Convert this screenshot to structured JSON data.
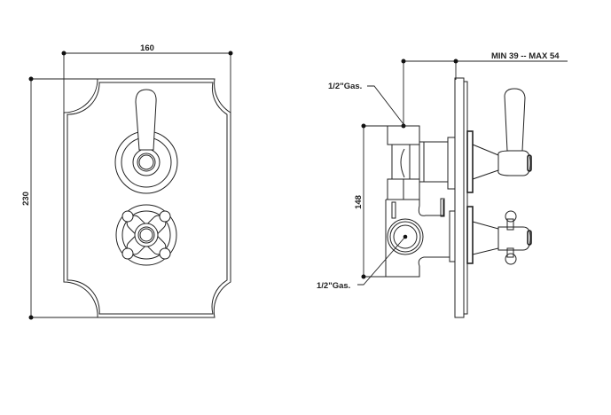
{
  "front_view": {
    "width_dimension": "160",
    "height_dimension": "230"
  },
  "side_view": {
    "depth_dimension": "MIN 39 -- MAX 54",
    "connection_spacing": "148",
    "top_connection_label": "1/2\"Gas.",
    "bottom_connection_label": "1/2\"Gas."
  }
}
